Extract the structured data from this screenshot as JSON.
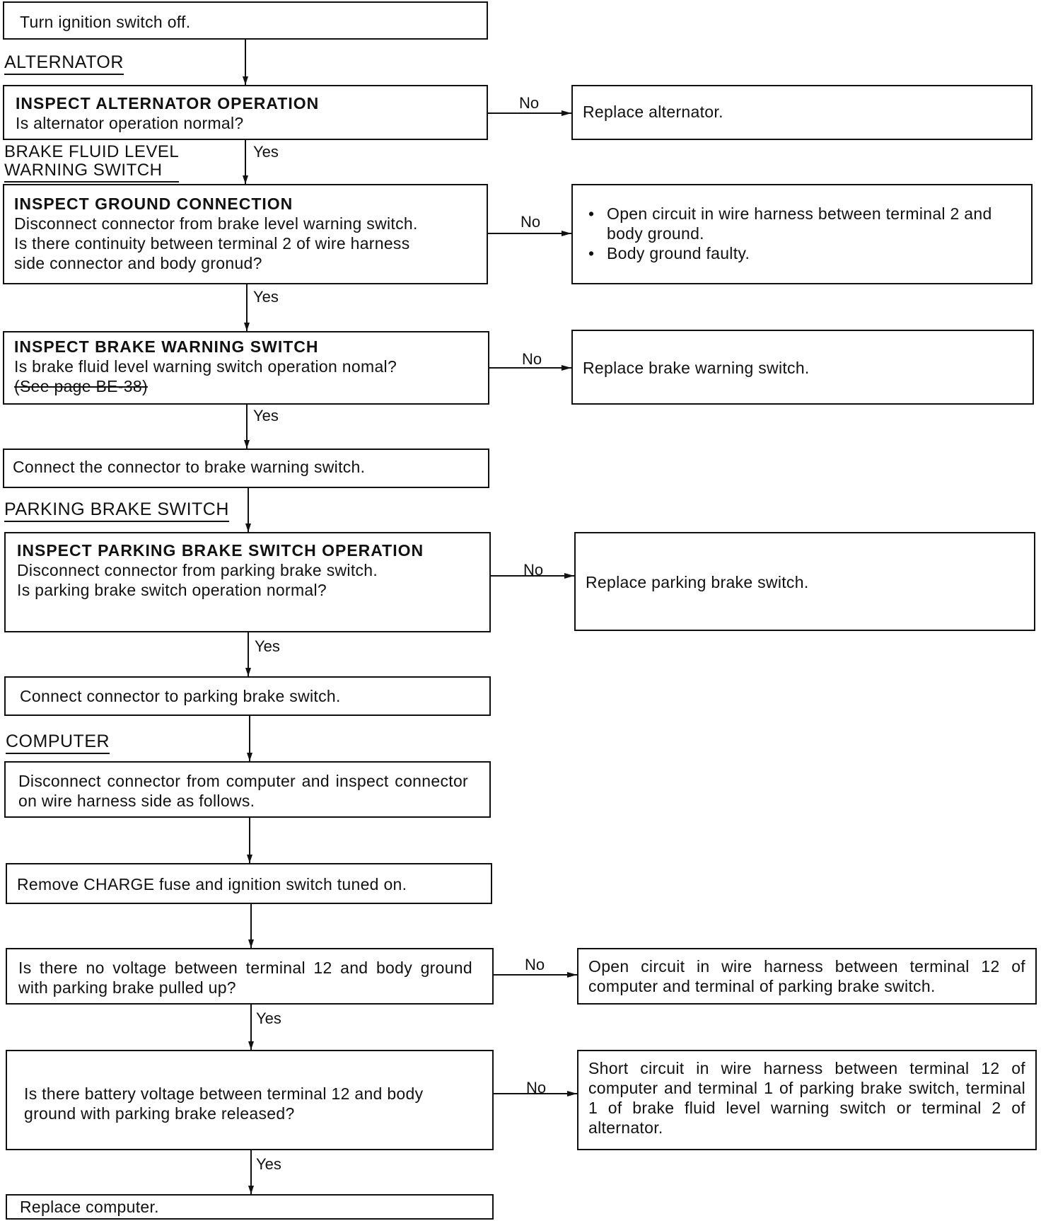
{
  "flow": {
    "step_ignition_off": "Turn ignition switch off.",
    "sec_alternator": "ALTERNATOR",
    "alt_title": "INSPECT ALTERNATOR OPERATION",
    "alt_q": "Is alternator operation normal?",
    "alt_no_action": "Replace alternator.",
    "sec_brake_fluid_1": "BRAKE FLUID LEVEL",
    "sec_brake_fluid_2": "WARNING SWITCH",
    "gnd_title": "INSPECT GROUND CONNECTION",
    "gnd_l1": "Disconnect connector from brake level warning switch.",
    "gnd_l2": "Is there continuity between terminal 2 of wire harness",
    "gnd_l3": "side connector and body gronud?",
    "gnd_no_b1": "Open circuit in wire harness between terminal 2 and body ground.",
    "gnd_no_b2": "Body ground faulty.",
    "bws_title": "INSPECT BRAKE WARNING SWITCH",
    "bws_q": "Is brake fluid level warning switch operation nomal?",
    "bws_ref": "(See page BE-38)",
    "bws_no_action": "Replace brake warning switch.",
    "step_connect_bws": "Connect the connector to brake warning switch.",
    "sec_parking": "PARKING BRAKE SWITCH",
    "pbs_title": "INSPECT PARKING BRAKE SWITCH OPERATION",
    "pbs_l1": "Disconnect connector from parking brake switch.",
    "pbs_l2": "Is parking brake switch operation normal?",
    "pbs_no_action": "Replace parking brake switch.",
    "step_connect_pbs": "Connect connector to parking brake switch.",
    "sec_computer": "COMPUTER",
    "comp_step": "Disconnect connector from computer and inspect connector on wire harness side as follows.",
    "fuse_step": "Remove CHARGE fuse and ignition switch tuned on.",
    "v12_q": "Is there no voltage between terminal 12 and body ground with parking brake pulled up?",
    "v12_no_action": "Open circuit in wire harness between terminal 12 of computer and terminal of parking brake switch.",
    "bat_q": "Is there battery voltage between terminal 12 and body ground with parking brake released?",
    "bat_no_action": "Short circuit in wire harness between terminal 12 of computer and terminal 1 of parking brake switch, terminal 1 of brake fluid level warning switch or terminal 2 of alternator.",
    "final_step": "Replace computer."
  },
  "labels": {
    "yes": "Yes",
    "no": "No"
  }
}
